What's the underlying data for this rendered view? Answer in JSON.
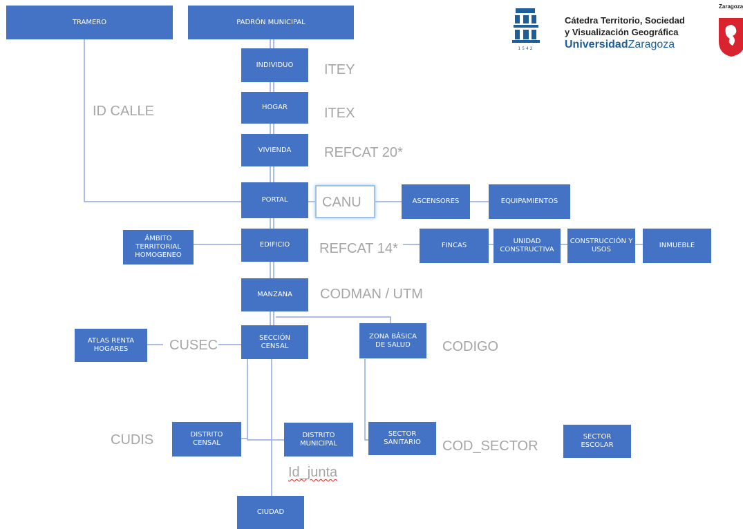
{
  "header": {
    "title_line1": "Cátedra Territorio, Sociedad",
    "title_line2": "y Visualización Geográfica",
    "university_bold": "Universidad",
    "university_city": "Zaragoza",
    "seal_year": "1542",
    "corner_logo_text": "Zaragoza"
  },
  "nodes": {
    "tramero": "TRAMERO",
    "padron": "PADRÓN MUNICIPAL",
    "individuo": "INDIVIDUO",
    "hogar": "HOGAR",
    "vivienda": "VIVIENDA",
    "portal": "PORTAL",
    "ascensores": "ASCENSORES",
    "equipamientos": "EQUIPAMIENTOS",
    "ambito": "ÁMBITO TERRITORIAL HOMOGENEO",
    "edificio": "EDIFICIO",
    "fincas": "FINCAS",
    "unidad_constructiva": "UNIDAD CONSTRUCTIVA",
    "construccion_usos": "CONSTRUCCIÓN Y USOS",
    "inmueble": "INMUEBLE",
    "manzana": "MANZANA",
    "seccion_censal": "SECCIÓN CENSAL",
    "zona_basica_salud": "ZONA BÁSICA DE SALUD",
    "atlas_renta": "ATLAS RENTA HOGARES",
    "distrito_censal": "DISTRITO CENSAL",
    "distrito_municipal": "DISTRITO MUNICIPAL",
    "sector_sanitario": "SECTOR SANITARIO",
    "sector_escolar": "SECTOR ESCOLAR",
    "ciudad": "CIUDAD"
  },
  "labels": {
    "itey": "ITEY",
    "id_calle": "ID CALLE",
    "itex": "ITEX",
    "refcat20": "REFCAT 20*",
    "canu": "CANU",
    "refcat14": "REFCAT 14*",
    "codman": "CODMAN / UTM",
    "cusec": "CUSEC",
    "codigo": "CODIGO",
    "cudis": "CUDIS",
    "cod_sector": "COD_SECTOR",
    "id_junta": "Id_junta"
  },
  "colors": {
    "box_fill": "#4472c4",
    "connector": "#8faadc",
    "label_gray": "#a6a6a6",
    "seal_blue": "#1f5f99",
    "shield_red": "#d9232e"
  }
}
